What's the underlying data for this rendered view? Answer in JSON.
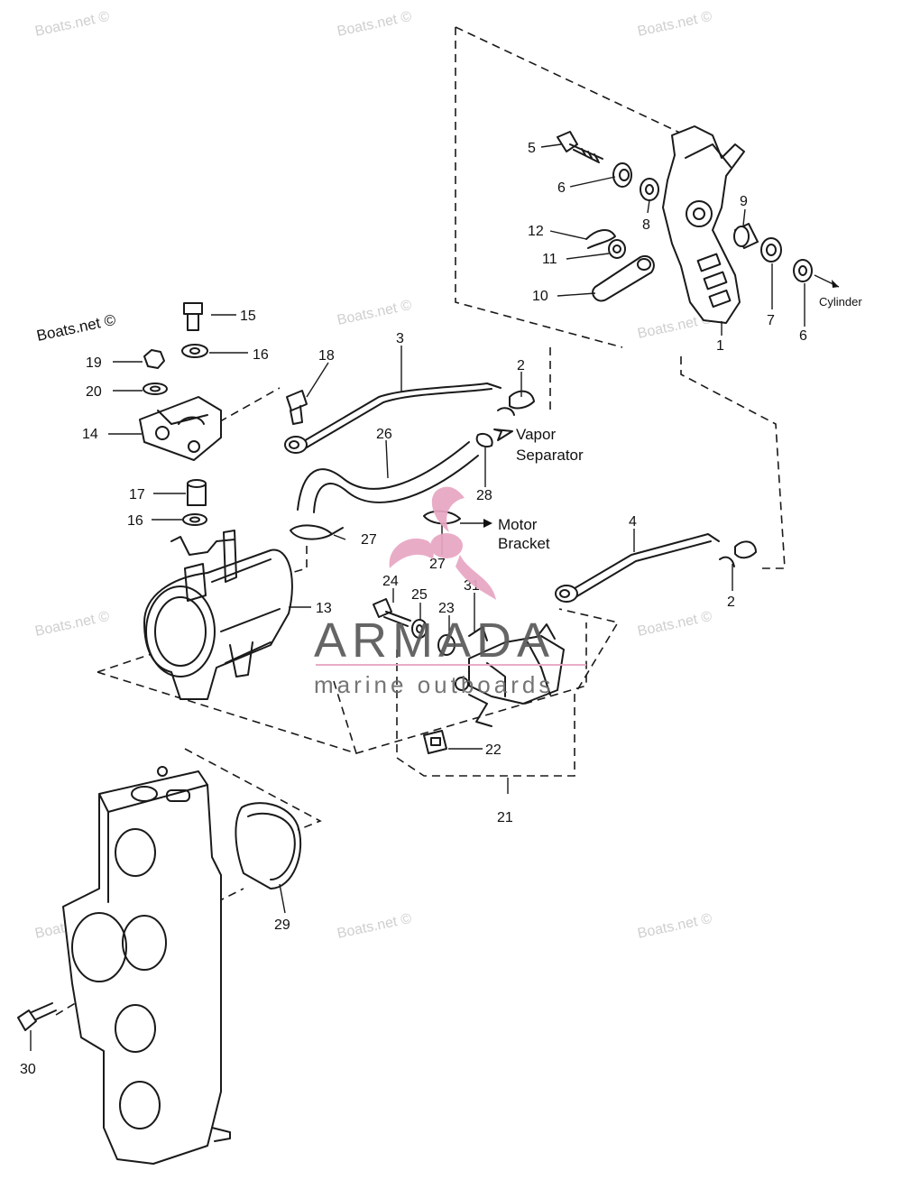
{
  "watermarks": {
    "light": "Boats.net ©",
    "dark": "Boats.net ©"
  },
  "logo": {
    "name": "ARMADA",
    "tagline": "marine outboards",
    "accent_color": "#e8a6c3",
    "text_color": "#595959"
  },
  "notes": {
    "cylinder": "Cylinder",
    "vapor_line1": "Vapor",
    "vapor_line2": "Separator",
    "motor_line1": "Motor",
    "motor_line2": "Bracket"
  },
  "callouts": {
    "c1": "1",
    "c2a": "2",
    "c2b": "2",
    "c3": "3",
    "c4": "4",
    "c5": "5",
    "c6a": "6",
    "c6b": "6",
    "c7": "7",
    "c8": "8",
    "c9": "9",
    "c10": "10",
    "c11": "11",
    "c12": "12",
    "c13": "13",
    "c14": "14",
    "c15": "15",
    "c16a": "16",
    "c16b": "16",
    "c17": "17",
    "c18": "18",
    "c19": "19",
    "c20": "20",
    "c21": "21",
    "c22": "22",
    "c23": "23",
    "c24": "24",
    "c25": "25",
    "c26": "26",
    "c27a": "27",
    "c27b": "27",
    "c28": "28",
    "c29": "29",
    "c30": "30",
    "c31": "31"
  }
}
